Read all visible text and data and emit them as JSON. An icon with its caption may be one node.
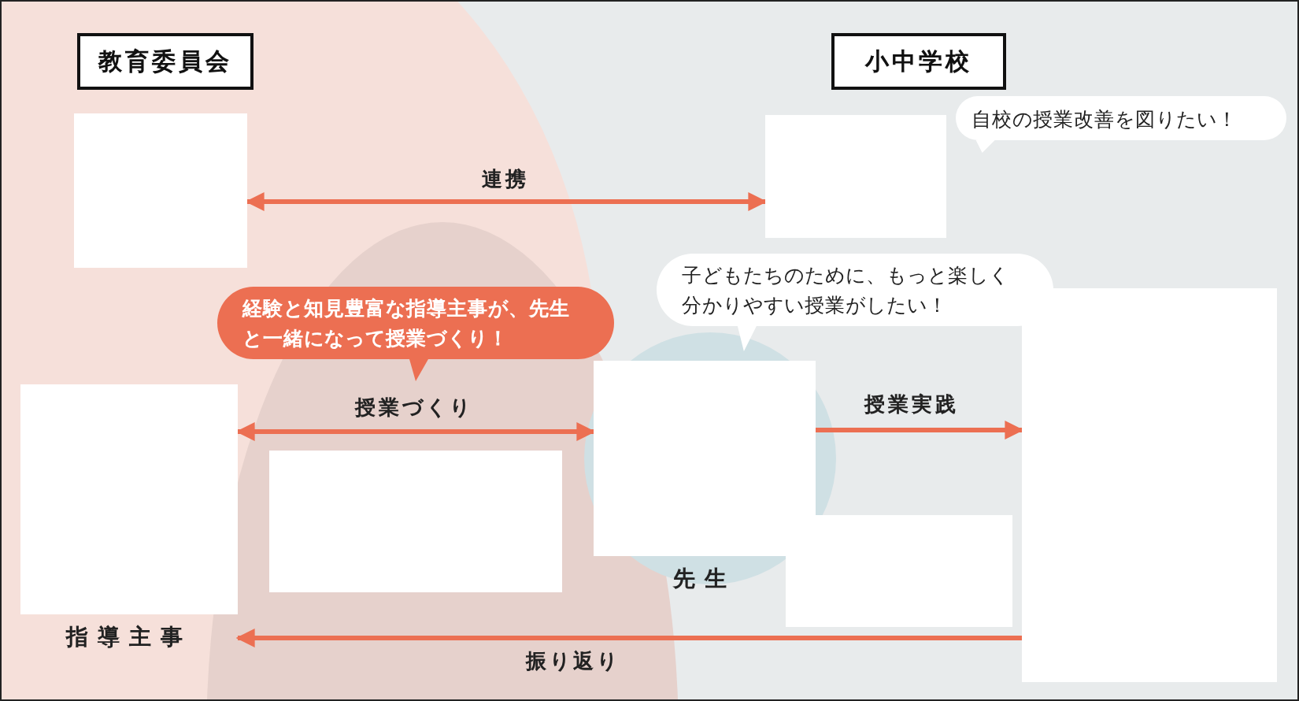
{
  "diagram": {
    "nodes": [
      {
        "text": [
          "教育委員会"
        ]
      },
      {
        "text": [
          "小中学校"
        ]
      },
      {
        "text": [],
        "shape": "box"
      },
      {
        "text": [],
        "shape": "box"
      },
      {
        "text": [
          "自校の授業改善を図りたい！"
        ]
      },
      {
        "text": [
          "経験と知見豊富な指導主事が、先生と一緒になって授業づくり！"
        ]
      },
      {
        "text": [
          "子どもたちのために、もっと楽しく分かりやすい授業がしたい！"
        ]
      },
      {
        "text": [
          "指導主事"
        ]
      },
      {
        "text": [],
        "shape": "box"
      },
      {
        "text": [
          "先生"
        ]
      },
      {
        "text": [],
        "shape": "box"
      },
      {
        "text": [],
        "shape": "box"
      }
    ],
    "edges": [
      {
        "from": 2,
        "to": 3,
        "arrow": "both",
        "label": "連携"
      },
      {
        "from": 7,
        "to": 9,
        "arrow": "both",
        "label": "授業づくり"
      },
      {
        "from": 9,
        "to": 11,
        "arrow": "to",
        "label": "授業実践"
      },
      {
        "from": 11,
        "to": 7,
        "arrow": "to",
        "label": "振り返り"
      }
    ]
  }
}
